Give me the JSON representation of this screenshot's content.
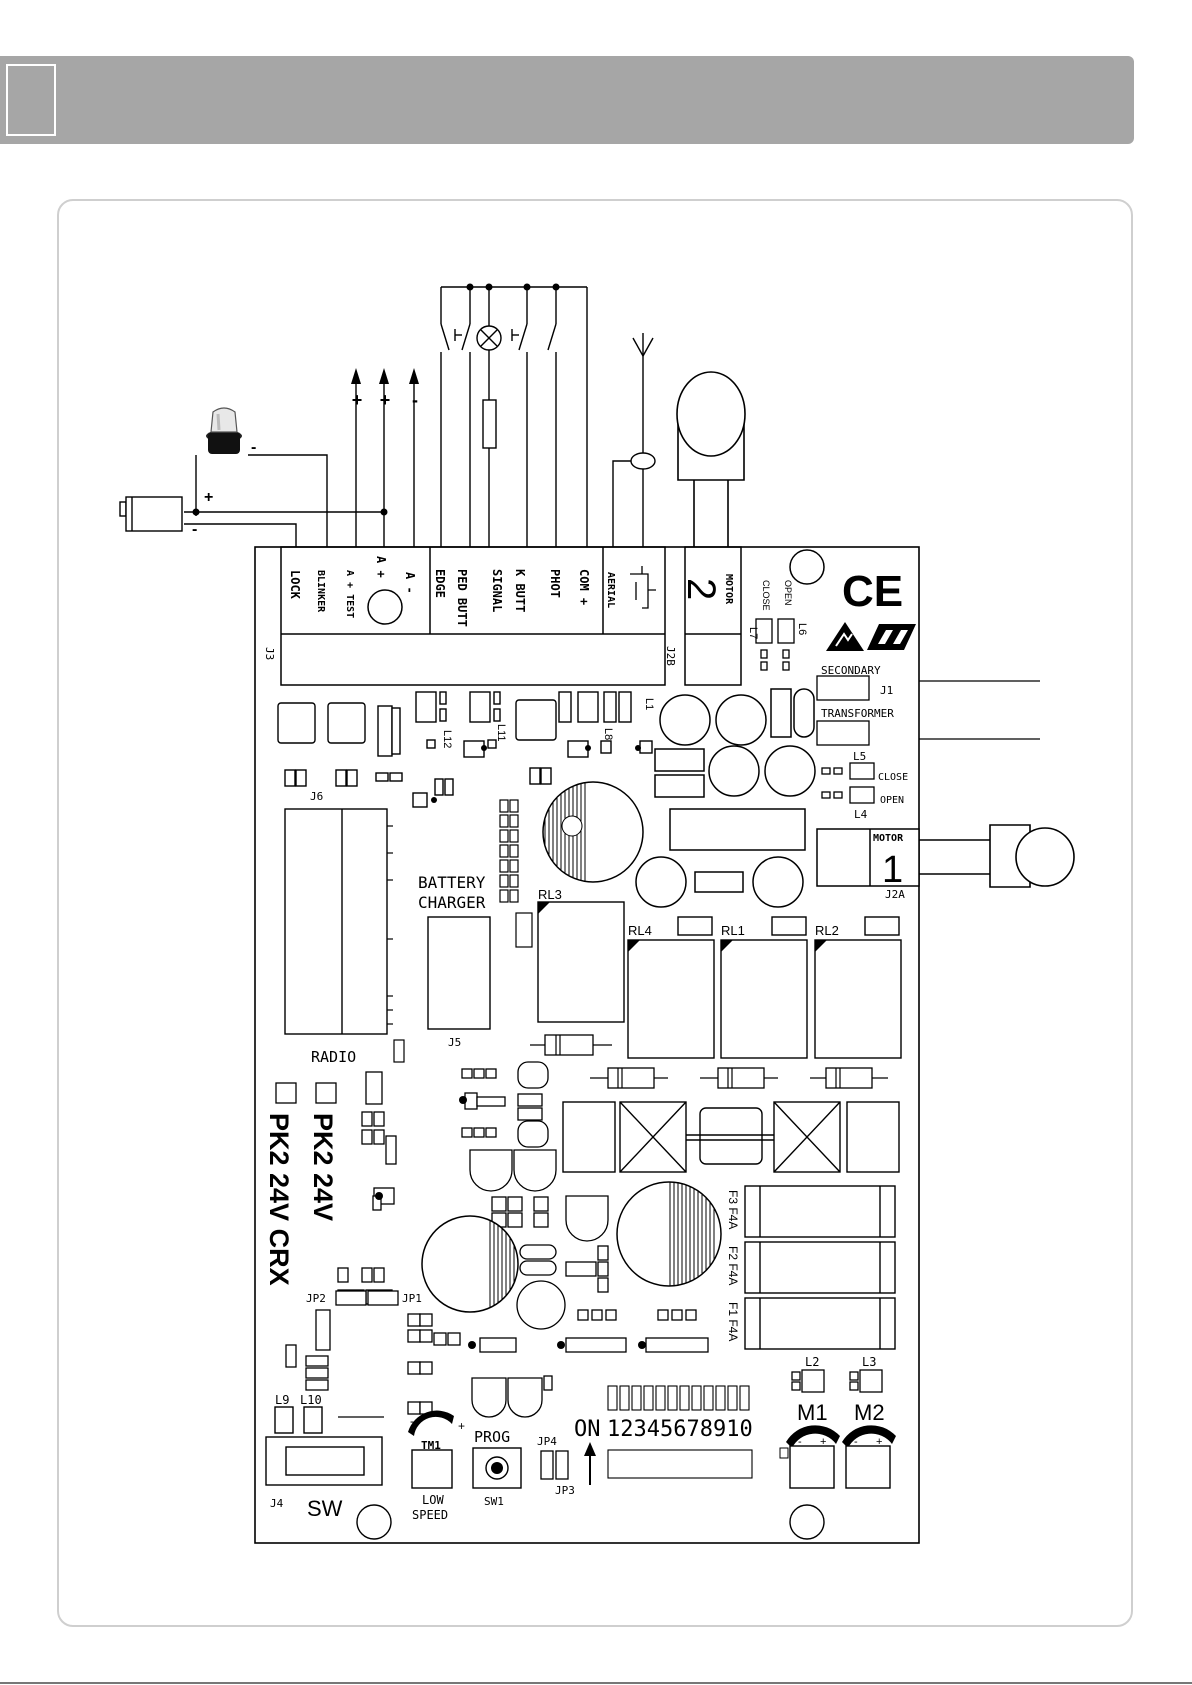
{
  "connectors": {
    "j3_terminals": [
      "LOCK",
      "BLINKER",
      "A + TEST",
      "A +",
      "A -",
      "EDGE",
      "PED BUTT",
      "SIGNAL",
      "K BUTT",
      "PHOT",
      "COM +",
      "AERIAL"
    ],
    "motor2": {
      "label": "MOTOR",
      "number": "2"
    },
    "motor1": {
      "label": "MOTOR",
      "number": "1"
    },
    "j3": "J3",
    "j2b": "J2B",
    "j2a": "J2A",
    "j1": "J1",
    "j4": "J4",
    "j5": "J5",
    "j6": "J6"
  },
  "leds": {
    "l6": "L6",
    "l7": "L7",
    "open_top": "OPEN",
    "close_top": "CLOSE",
    "l5": "L5",
    "l4": "L4",
    "close_right": "CLOSE",
    "open_right": "OPEN",
    "l1": "L1",
    "l8": "L8",
    "l11": "L11",
    "l12": "L12",
    "l2": "L2",
    "l3": "L3",
    "l9": "L9",
    "l10": "L10"
  },
  "transformer": {
    "secondary": "SECONDARY",
    "transformer": "TRANSFORMER"
  },
  "relays": [
    "RL3",
    "RL4",
    "RL1",
    "RL2"
  ],
  "board_text": {
    "battery": "BATTERY",
    "charger": "CHARGER",
    "radio": "RADIO",
    "model_1": "PK2 24V",
    "model_2": "PK2 24V CRX",
    "fuses": [
      "F3 F4A",
      "F2 F4A",
      "F1 F4A"
    ],
    "jp1": "JP1",
    "jp2": "JP2",
    "jp3": "JP3",
    "jp4": "JP4",
    "sw": "SW",
    "tm1": "TM1",
    "low": "LOW",
    "speed": "SPEED",
    "prog": "PROG",
    "sw1": "SW1",
    "dip_on": "ON",
    "dip_numbers": "12345678910",
    "m1": "M1",
    "m2": "M2",
    "minus": "-",
    "plus": "+"
  },
  "wiring_signs": {
    "plus": "+",
    "minus": "-"
  },
  "logos": {
    "ce": "CE"
  }
}
